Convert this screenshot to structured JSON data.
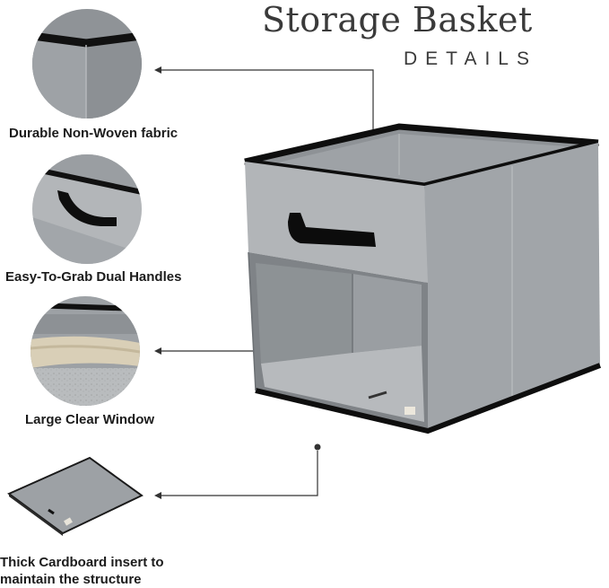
{
  "header": {
    "title": "Storage Basket",
    "subtitle": "DETAILS"
  },
  "features": [
    {
      "caption": "Durable Non-Woven fabric",
      "icon": "fabric-corner-icon"
    },
    {
      "caption": "Easy-To-Grab Dual Handles",
      "icon": "handle-icon"
    },
    {
      "caption": "Large Clear Window",
      "icon": "clear-window-icon"
    },
    {
      "caption_line1": "Thick Cardboard insert to",
      "caption_line2": "maintain the structure",
      "icon": "cardboard-insert-icon"
    }
  ],
  "colors": {
    "fabric": "#a3a7ab",
    "trim": "#111111",
    "text": "#1c1c1c"
  }
}
